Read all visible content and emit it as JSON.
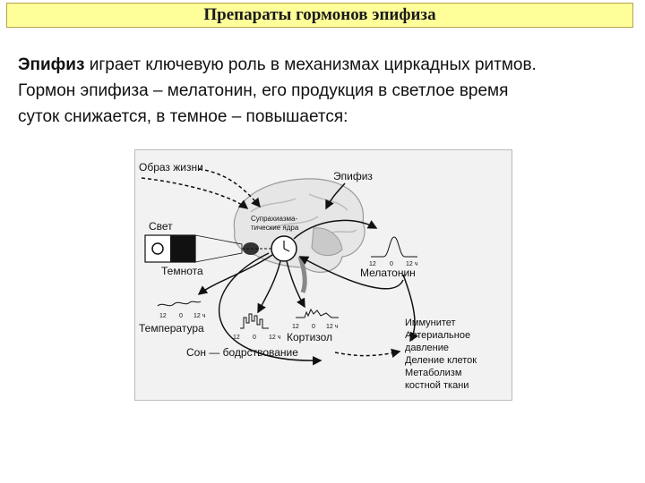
{
  "title": "Препараты гормонов эпифиза",
  "intro": {
    "term": "Эпифиз",
    "line1_rest": "играет ключевую роль в механизмах циркадных ритмов.",
    "line2": "Гормон эпифиза – мелатонин, его продукция в светлое время",
    "line3": "суток снижается, в темное – повышается:"
  },
  "diagram": {
    "lifestyle": "Образ жизни",
    "epiphysis": "Эпифиз",
    "light": "Свет",
    "darkness": "Темнота",
    "scn_line1": "Супрахиазма-",
    "scn_line2": "тические ядра",
    "melatonin": "Мелатонин",
    "temperature": "Температура",
    "cortisol": "Кортизол",
    "sleep_wake": "Сон — бодрствование",
    "ticks": [
      "12",
      "0",
      "12 ч"
    ],
    "effects": [
      "Иммунитет",
      "Артериальное",
      "давление",
      "Деление клеток",
      "Метаболизм",
      "костной ткани"
    ]
  },
  "colors": {
    "title_bg": "#ffff99",
    "title_border": "#b5a44a"
  }
}
